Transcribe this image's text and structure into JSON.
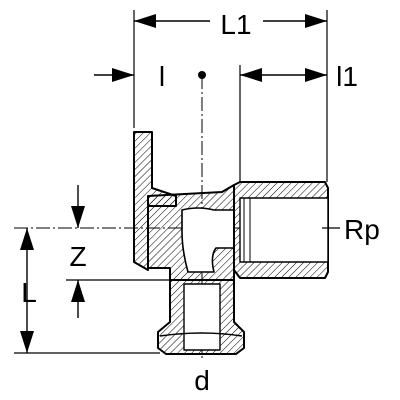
{
  "labels": {
    "overall_length": "L1",
    "socket_offset": "l",
    "thread_length": "l1",
    "thread_designation": "Rp",
    "offset_z": "Z",
    "length_l": "L",
    "diameter": "d"
  }
}
